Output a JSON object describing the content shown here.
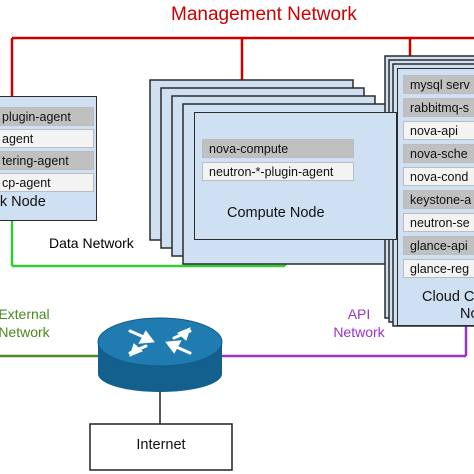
{
  "title": "Management Network",
  "networks": {
    "data": "Data Network",
    "external_line1": "External",
    "external_line2": "Network",
    "api_line1": "API",
    "api_line2": "Network"
  },
  "colors": {
    "management": "#cc0000",
    "data": "#33cc33",
    "external": "#4a8a1f",
    "api": "#9933cc",
    "node_fill": "#cfe0f3",
    "router": "#1f7bb0"
  },
  "network_node": {
    "name": "rk Node",
    "services": [
      "plugin-agent",
      "agent",
      "tering-agent",
      "cp-agent"
    ]
  },
  "compute_node": {
    "name": "Compute Node",
    "services": [
      "nova-compute",
      "neutron-*-plugin-agent"
    ]
  },
  "cloud_controller": {
    "name_line1": "Cloud C",
    "name_line2": "No",
    "services": [
      "mysql serv",
      "rabbitmq-s",
      "nova-api",
      "nova-sche",
      "nova-cond",
      "keystone-a",
      "neutron-se",
      "glance-api",
      "glance-reg"
    ]
  },
  "internet": {
    "label": "Internet"
  },
  "router": {
    "icon": "router-icon"
  }
}
